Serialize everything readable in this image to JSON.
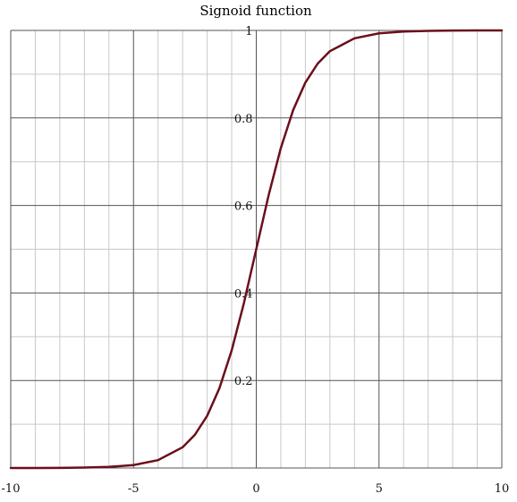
{
  "chart_data": {
    "type": "line",
    "title": "Signoid function",
    "xlabel": "",
    "ylabel": "",
    "xlim": [
      -10,
      10
    ],
    "ylim": [
      0,
      1
    ],
    "grid": true,
    "x_ticks": [
      -10,
      -5,
      0,
      5,
      10
    ],
    "x_tick_labels": [
      "-10",
      "-5",
      "0",
      "5",
      "10"
    ],
    "y_ticks": [
      0.2,
      0.4,
      0.6,
      0.8,
      1
    ],
    "y_tick_labels": [
      "0.2",
      "0.4",
      "0.6",
      "0.8",
      "1"
    ],
    "series": [
      {
        "color": "#6b0f1a",
        "x": [
          -10,
          -9,
          -8,
          -7,
          -6,
          -5,
          -4,
          -3,
          -2.5,
          -2,
          -1.5,
          -1,
          -0.5,
          0,
          0.5,
          1,
          1.5,
          2,
          2.5,
          3,
          4,
          5,
          6,
          7,
          8,
          9,
          10
        ],
        "values": [
          0.0,
          0.0001,
          0.0003,
          0.0009,
          0.0025,
          0.0067,
          0.018,
          0.0474,
          0.0759,
          0.1192,
          0.1824,
          0.2689,
          0.3775,
          0.5,
          0.6225,
          0.7311,
          0.8176,
          0.8808,
          0.9241,
          0.9526,
          0.982,
          0.9933,
          0.9975,
          0.9991,
          0.9997,
          0.9999,
          1.0
        ]
      }
    ]
  }
}
